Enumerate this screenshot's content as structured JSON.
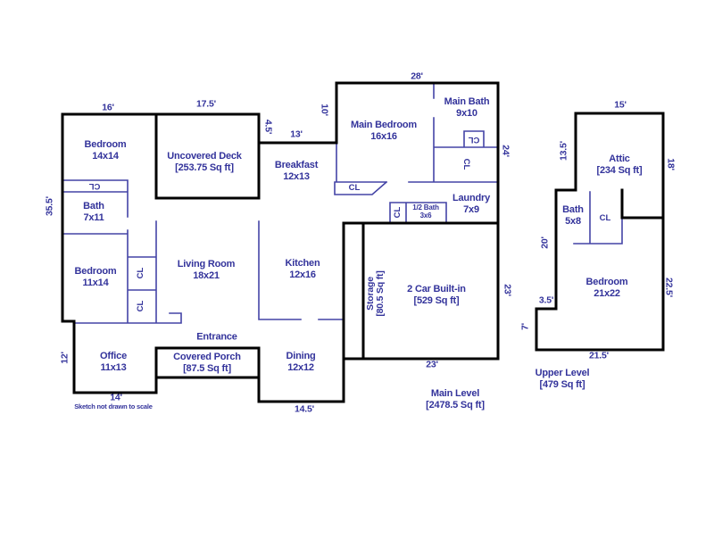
{
  "colors": {
    "ink": "#33339b",
    "interior_wall": "#4444a6",
    "exterior_wall": "#000000",
    "background": "#ffffff"
  },
  "note": "Sketch not drawn to scale",
  "closet": {
    "label": "CL"
  },
  "levels": {
    "main": {
      "name": "Main Level",
      "area": "[2478.5 Sq ft]"
    },
    "upper": {
      "name": "Upper Level",
      "area": "[479 Sq ft]"
    }
  },
  "rooms": {
    "bedroom_14": {
      "name": "Bedroom",
      "dim": "14x14"
    },
    "uncovered_deck": {
      "name": "Uncovered Deck",
      "dim": "[253.75 Sq ft]"
    },
    "bath_7x11": {
      "name": "Bath",
      "dim": "7x11"
    },
    "bedroom_11": {
      "name": "Bedroom",
      "dim": "11x14"
    },
    "living_room": {
      "name": "Living Room",
      "dim": "18x21"
    },
    "office": {
      "name": "Office",
      "dim": "11x13"
    },
    "covered_porch": {
      "name": "Covered Porch",
      "dim": "[87.5 Sq ft]"
    },
    "entrance": {
      "name": "Entrance"
    },
    "dining": {
      "name": "Dining",
      "dim": "12x12"
    },
    "kitchen": {
      "name": "Kitchen",
      "dim": "12x16"
    },
    "breakfast": {
      "name": "Breakfast",
      "dim": "12x13"
    },
    "main_bedroom": {
      "name": "Main Bedroom",
      "dim": "16x16"
    },
    "main_bath": {
      "name": "Main Bath",
      "dim": "9x10"
    },
    "laundry": {
      "name": "Laundry",
      "dim": "7x9"
    },
    "half_bath": {
      "name": "1/2 Bath",
      "dim": "3x6"
    },
    "storage": {
      "name": "Storage",
      "dim": "[80.5 Sq ft]"
    },
    "garage": {
      "name": "2 Car Built-in",
      "dim": "[529 Sq ft]"
    },
    "attic": {
      "name": "Attic",
      "dim": "[234 Sq ft]"
    },
    "upper_bath": {
      "name": "Bath",
      "dim": "5x8"
    },
    "upper_bedroom": {
      "name": "Bedroom",
      "dim": "21x22"
    }
  },
  "dims": {
    "bedroom14_top": "16'",
    "deck_top": "17.5'",
    "deck_side": "4.5'",
    "breakfast_top": "13'",
    "main_bedroom_left": "10'",
    "main_bedroom_top": "28'",
    "right_side_24": "24'",
    "garage_right": "23'",
    "garage_bottom": "23'",
    "dining_bottom": "14.5'",
    "office_bottom": "14'",
    "office_left": "12'",
    "left_side": "35.5'",
    "attic_top": "15'",
    "attic_left": "13.5'",
    "attic_right": "18'",
    "upper_left_20": "20'",
    "upper_step": "3.5'",
    "upper_left_7": "7'",
    "upper_right": "22.5'",
    "upper_bottom": "21.5'"
  }
}
